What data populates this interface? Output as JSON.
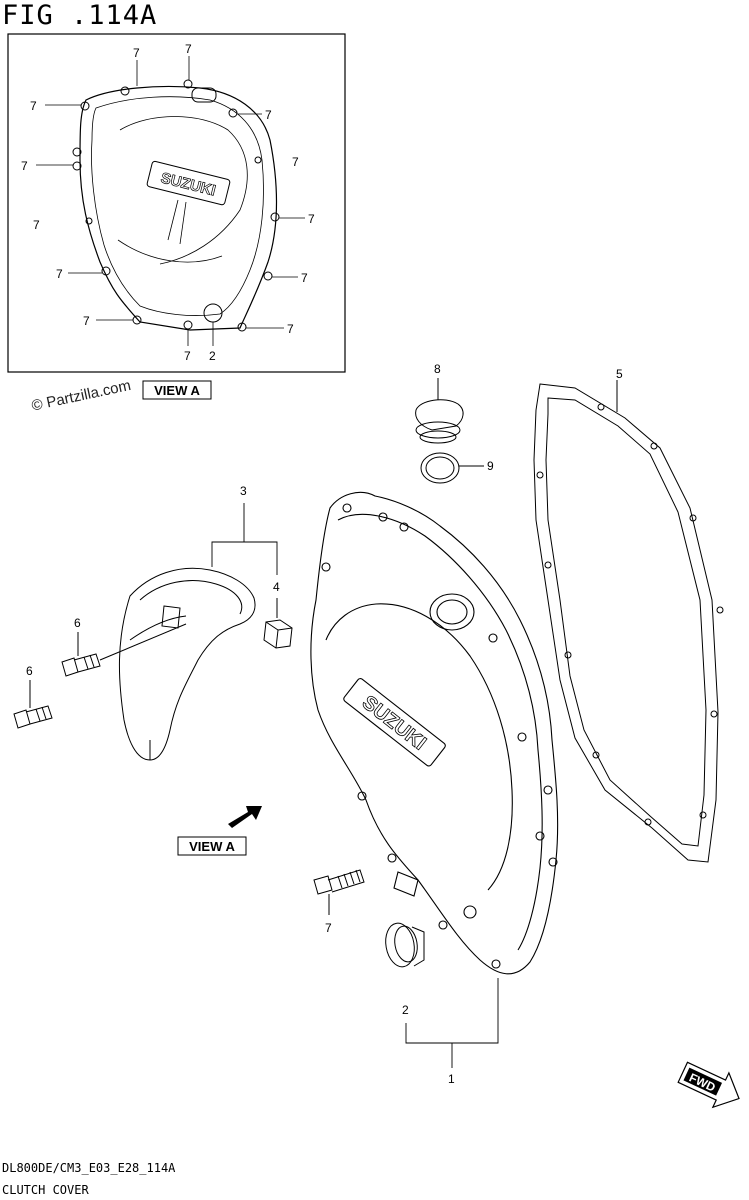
{
  "figure": {
    "title": "FIG .114A",
    "watermark": "© Partzilla.com",
    "footer_code": "DL800DE/CM3_E03_E28_114A",
    "footer_name": "CLUTCH COVER"
  },
  "view_a": {
    "inset_label": "VIEW A",
    "arrow_label": "VIEW A",
    "cover_logo_text": "SUZUKI"
  },
  "callouts": {
    "part_1": "1",
    "part_2": "2",
    "part_3": "3",
    "part_4": "4",
    "part_5": "5",
    "part_6": "6",
    "part_7": "7",
    "part_8": "8",
    "part_9": "9"
  },
  "fwd_label": "FWD"
}
